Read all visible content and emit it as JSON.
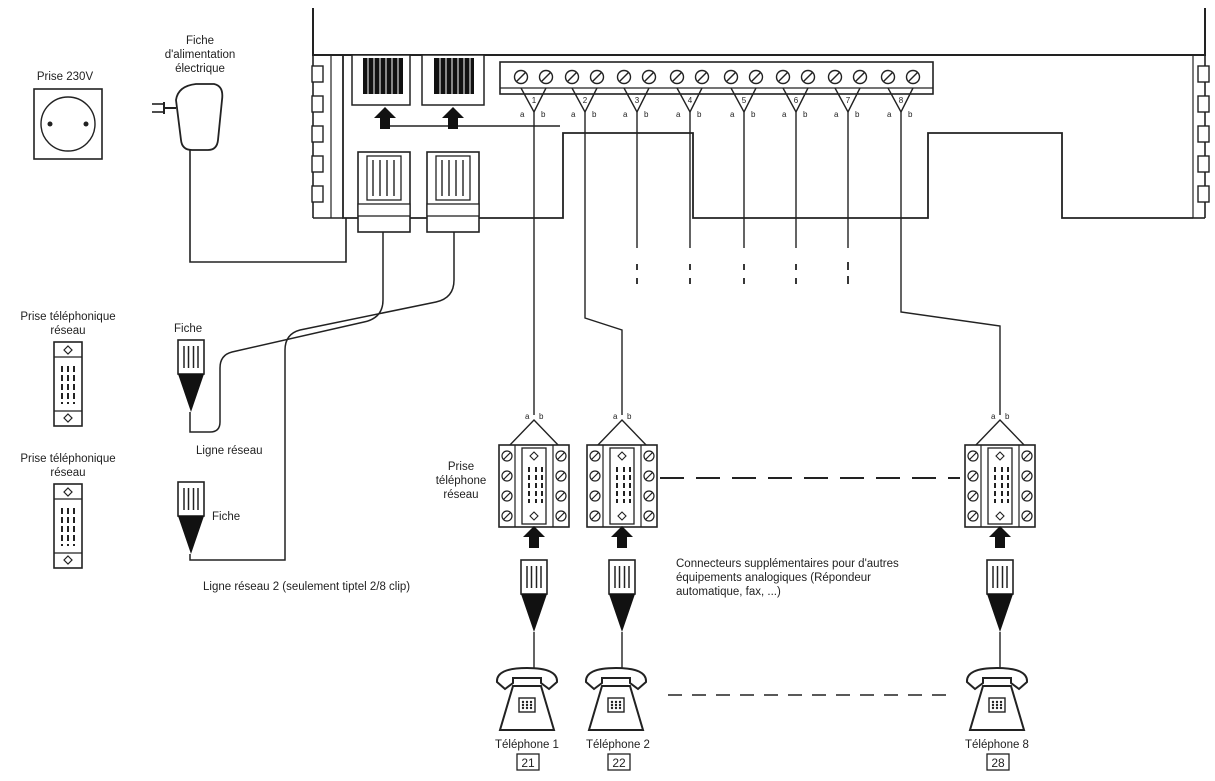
{
  "labels": {
    "prise_230v": "Prise 230V",
    "fiche_alim_1": "Fiche",
    "fiche_alim_2": "d'alimentation",
    "fiche_alim_3": "électrique",
    "prise_reseau_1a": "Prise téléphonique",
    "prise_reseau_1b": "réseau",
    "prise_reseau_2a": "Prise téléphonique",
    "prise_reseau_2b": "réseau",
    "fiche_1": "Fiche",
    "fiche_2": "Fiche",
    "ligne_reseau": "Ligne réseau",
    "ligne_reseau_2": "Ligne réseau 2 (seulement tiptel 2/8 clip)",
    "prise_tel_a": "Prise",
    "prise_tel_b": "téléphone",
    "prise_tel_c": "réseau",
    "extra_1": "Connecteurs supplémentaires pour d'autres",
    "extra_2": "équipements analogiques (Répondeur",
    "extra_3": "automatique, fax, ...)"
  },
  "wire_letters": {
    "a": "a",
    "b": "b"
  },
  "terminal_numbers": [
    "1",
    "2",
    "3",
    "4",
    "5",
    "6",
    "7",
    "8"
  ],
  "phones": [
    {
      "label": "Téléphone 1",
      "number": "21"
    },
    {
      "label": "Téléphone 2",
      "number": "22"
    },
    {
      "label": "Téléphone 8",
      "number": "28"
    }
  ]
}
